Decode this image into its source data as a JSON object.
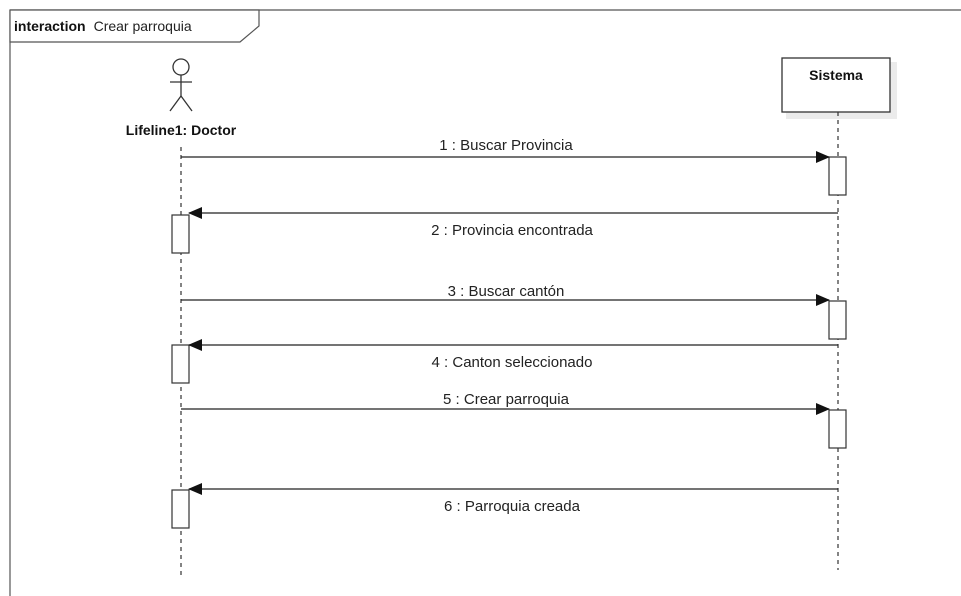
{
  "frame": {
    "keyword": "interaction",
    "name": "Crear parroquia"
  },
  "lifelines": {
    "doctor": {
      "label": "Lifeline1: Doctor",
      "icon": "stick-figure-actor-icon"
    },
    "sistema": {
      "label": "Sistema"
    }
  },
  "messages": [
    {
      "label": "1 : Buscar Provincia",
      "from": "doctor",
      "to": "sistema",
      "kind": "synchronous"
    },
    {
      "label": "2 : Provincia encontrada",
      "from": "sistema",
      "to": "doctor",
      "kind": "synchronous"
    },
    {
      "label": "3 : Buscar cantón",
      "from": "doctor",
      "to": "sistema",
      "kind": "synchronous"
    },
    {
      "label": "4 : Canton seleccionado",
      "from": "sistema",
      "to": "doctor",
      "kind": "synchronous"
    },
    {
      "label": "5 : Crear parroquia",
      "from": "doctor",
      "to": "sistema",
      "kind": "synchronous"
    },
    {
      "label": "6 : Parroquia creada",
      "from": "sistema",
      "to": "doctor",
      "kind": "synchronous"
    }
  ]
}
